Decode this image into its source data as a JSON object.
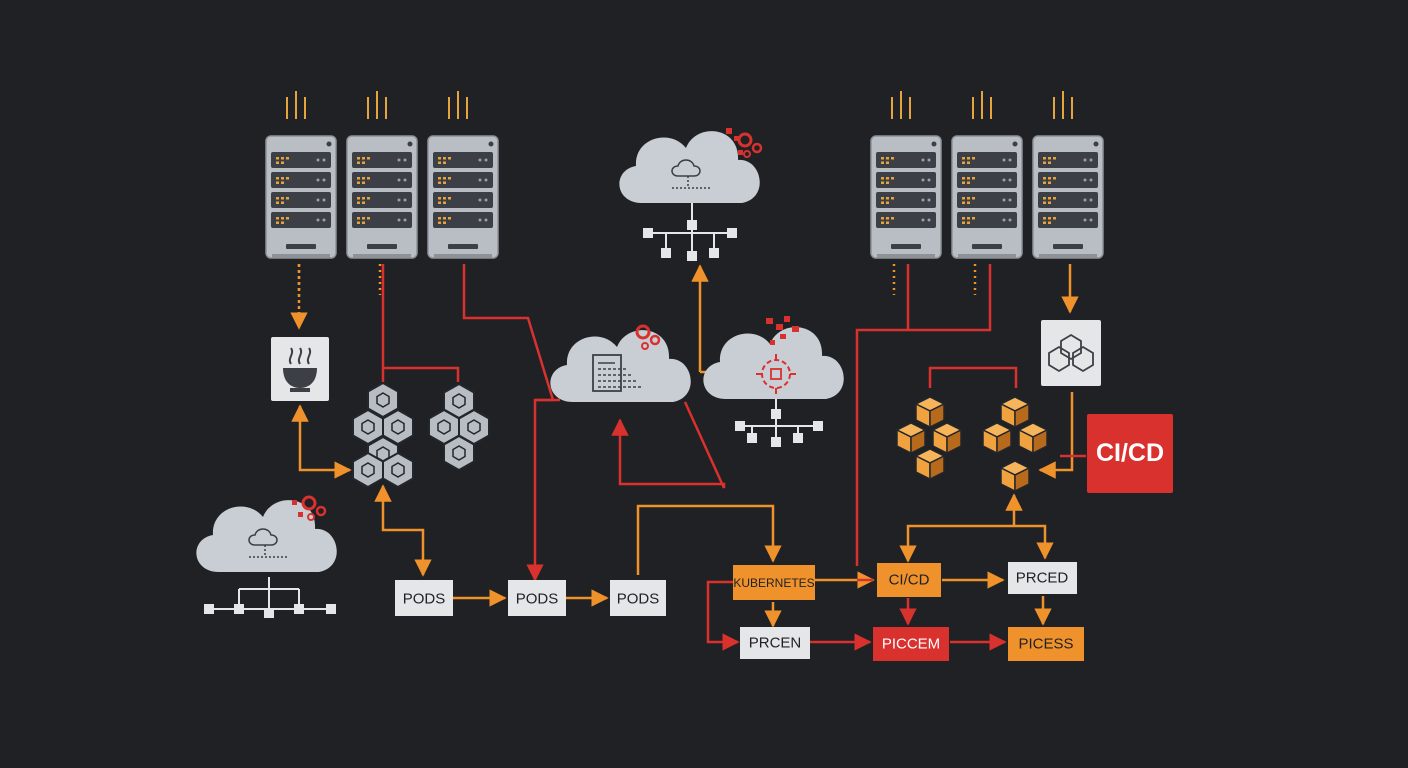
{
  "colors": {
    "background": "#1f2125",
    "orange": "#f0922b",
    "red": "#d9312e",
    "light_box": "#e4e6e8",
    "server_body": "#b9bec4",
    "server_face": "#3c4046",
    "server_led": "#e8a43c",
    "cloud": "#c9ced4",
    "hex_fill": "#b8bdc3",
    "cube_orange": "#f0a23e",
    "cube_shade": "#b86a1c",
    "text_dark": "#1f2125",
    "text_light": "#ffffff"
  },
  "labels": {
    "pods_1": "PODS",
    "pods_2": "PODS",
    "pods_3": "PODS",
    "kubernetes": "KUBERNETES",
    "cicd_small": "CI/CD",
    "prced": "PRCED",
    "prcen": "PRCEN",
    "piccem": "PICCEM",
    "picess": "PICESS",
    "cicd_big": "CI/CD"
  },
  "icons": {
    "server_rack": "server-rack-icon",
    "cloud": "cloud-network-icon",
    "gear_cluster": "gear-cluster-icon",
    "hexagon": "hexagon-icon",
    "cube": "cube-icon",
    "bowl": "bowl-icon",
    "target": "target-icon",
    "document": "document-icon"
  }
}
